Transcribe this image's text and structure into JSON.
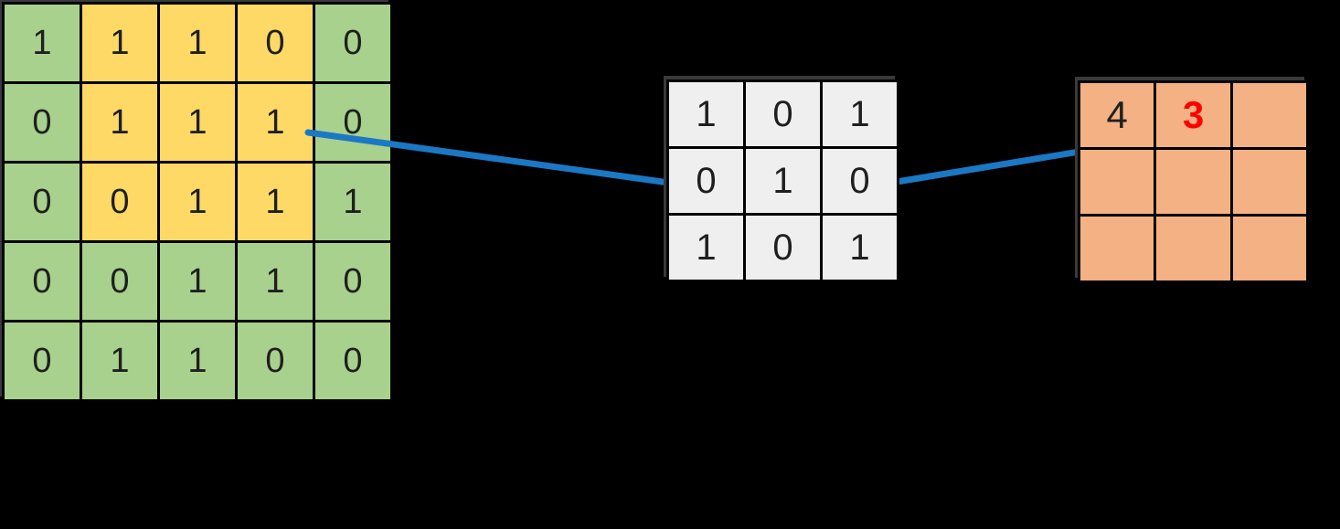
{
  "colors": {
    "background": "#000000",
    "grid_line": "#000000",
    "input_green": "#a9d18e",
    "input_highlight_yellow": "#ffd966",
    "kernel_gray": "#efefef",
    "output_orange": "#f4b183",
    "connector_blue": "#1b78c4",
    "result_red": "#ff0000",
    "digit_color": "#1f1f1f"
  },
  "input_matrix": {
    "rows": 5,
    "cols": 5,
    "values": [
      [
        "1",
        "1",
        "1",
        "0",
        "0"
      ],
      [
        "0",
        "1",
        "1",
        "1",
        "0"
      ],
      [
        "0",
        "0",
        "1",
        "1",
        "1"
      ],
      [
        "0",
        "0",
        "1",
        "1",
        "0"
      ],
      [
        "0",
        "1",
        "1",
        "0",
        "0"
      ]
    ],
    "highlight_mask": [
      [
        0,
        1,
        1,
        1,
        0
      ],
      [
        0,
        1,
        1,
        1,
        0
      ],
      [
        0,
        1,
        1,
        1,
        0
      ],
      [
        0,
        0,
        0,
        0,
        0
      ],
      [
        0,
        0,
        0,
        0,
        0
      ]
    ]
  },
  "kernel_matrix": {
    "rows": 3,
    "cols": 3,
    "values": [
      [
        "1",
        "0",
        "1"
      ],
      [
        "0",
        "1",
        "0"
      ],
      [
        "1",
        "0",
        "1"
      ]
    ]
  },
  "output_matrix": {
    "rows": 3,
    "cols": 3,
    "values": [
      [
        "4",
        "3",
        ""
      ],
      [
        "",
        "",
        ""
      ],
      [
        "",
        "",
        ""
      ]
    ],
    "highlight_cell": {
      "row": 0,
      "col": 1
    }
  }
}
